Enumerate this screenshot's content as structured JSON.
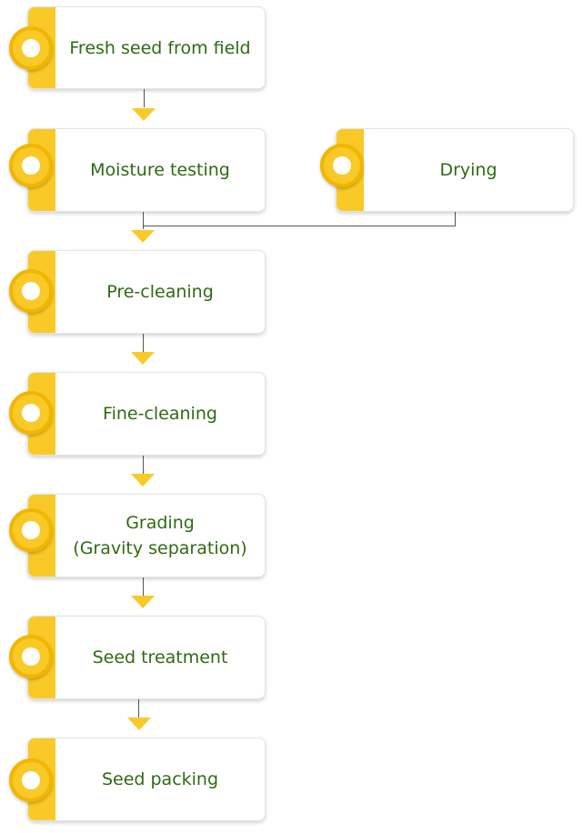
{
  "diagram": {
    "steps": [
      {
        "id": "fresh-seed",
        "label": "Fresh seed from field"
      },
      {
        "id": "moisture-testing",
        "label": "Moisture testing"
      },
      {
        "id": "drying",
        "label": "Drying"
      },
      {
        "id": "pre-cleaning",
        "label": "Pre-cleaning"
      },
      {
        "id": "fine-cleaning",
        "label": "Fine-cleaning"
      },
      {
        "id": "grading",
        "label": "Grading\n(Gravity separation)"
      },
      {
        "id": "seed-treatment",
        "label": "Seed treatment"
      },
      {
        "id": "seed-packing",
        "label": "Seed packing"
      }
    ],
    "connections": [
      {
        "from": "fresh-seed",
        "to": "moisture-testing"
      },
      {
        "from": "moisture-testing",
        "to": "pre-cleaning"
      },
      {
        "from": "drying",
        "to": "pre-cleaning"
      },
      {
        "from": "pre-cleaning",
        "to": "fine-cleaning"
      },
      {
        "from": "fine-cleaning",
        "to": "grading"
      },
      {
        "from": "grading",
        "to": "seed-treatment"
      },
      {
        "from": "seed-treatment",
        "to": "seed-packing"
      }
    ],
    "colors": {
      "accent": "#f9c928",
      "accent_dark": "#f2b600",
      "text": "#2e6b12",
      "connector": "#555555"
    }
  }
}
